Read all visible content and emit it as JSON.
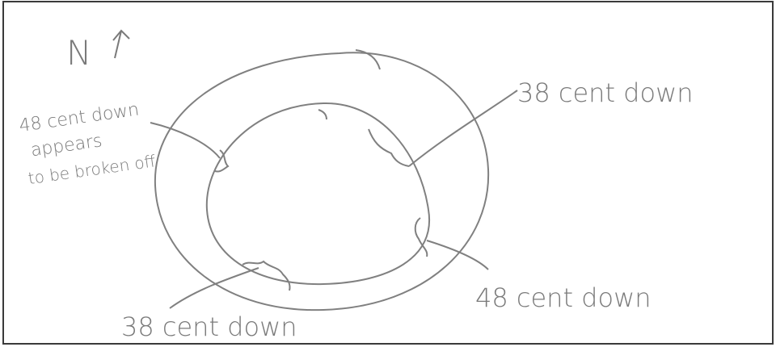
{
  "north_label": "N",
  "north_arrow_icon": "north-arrow-icon",
  "callouts": {
    "top_right": "38 cent down",
    "right": "48 cent down",
    "bottom": "38 cent down",
    "left_line1": "48 cent down",
    "left_line2": "appears",
    "left_line3": "to be broken off"
  },
  "colors": {
    "ink": "#7a7a7a",
    "frame": "#333333",
    "background": "#ffffff"
  }
}
